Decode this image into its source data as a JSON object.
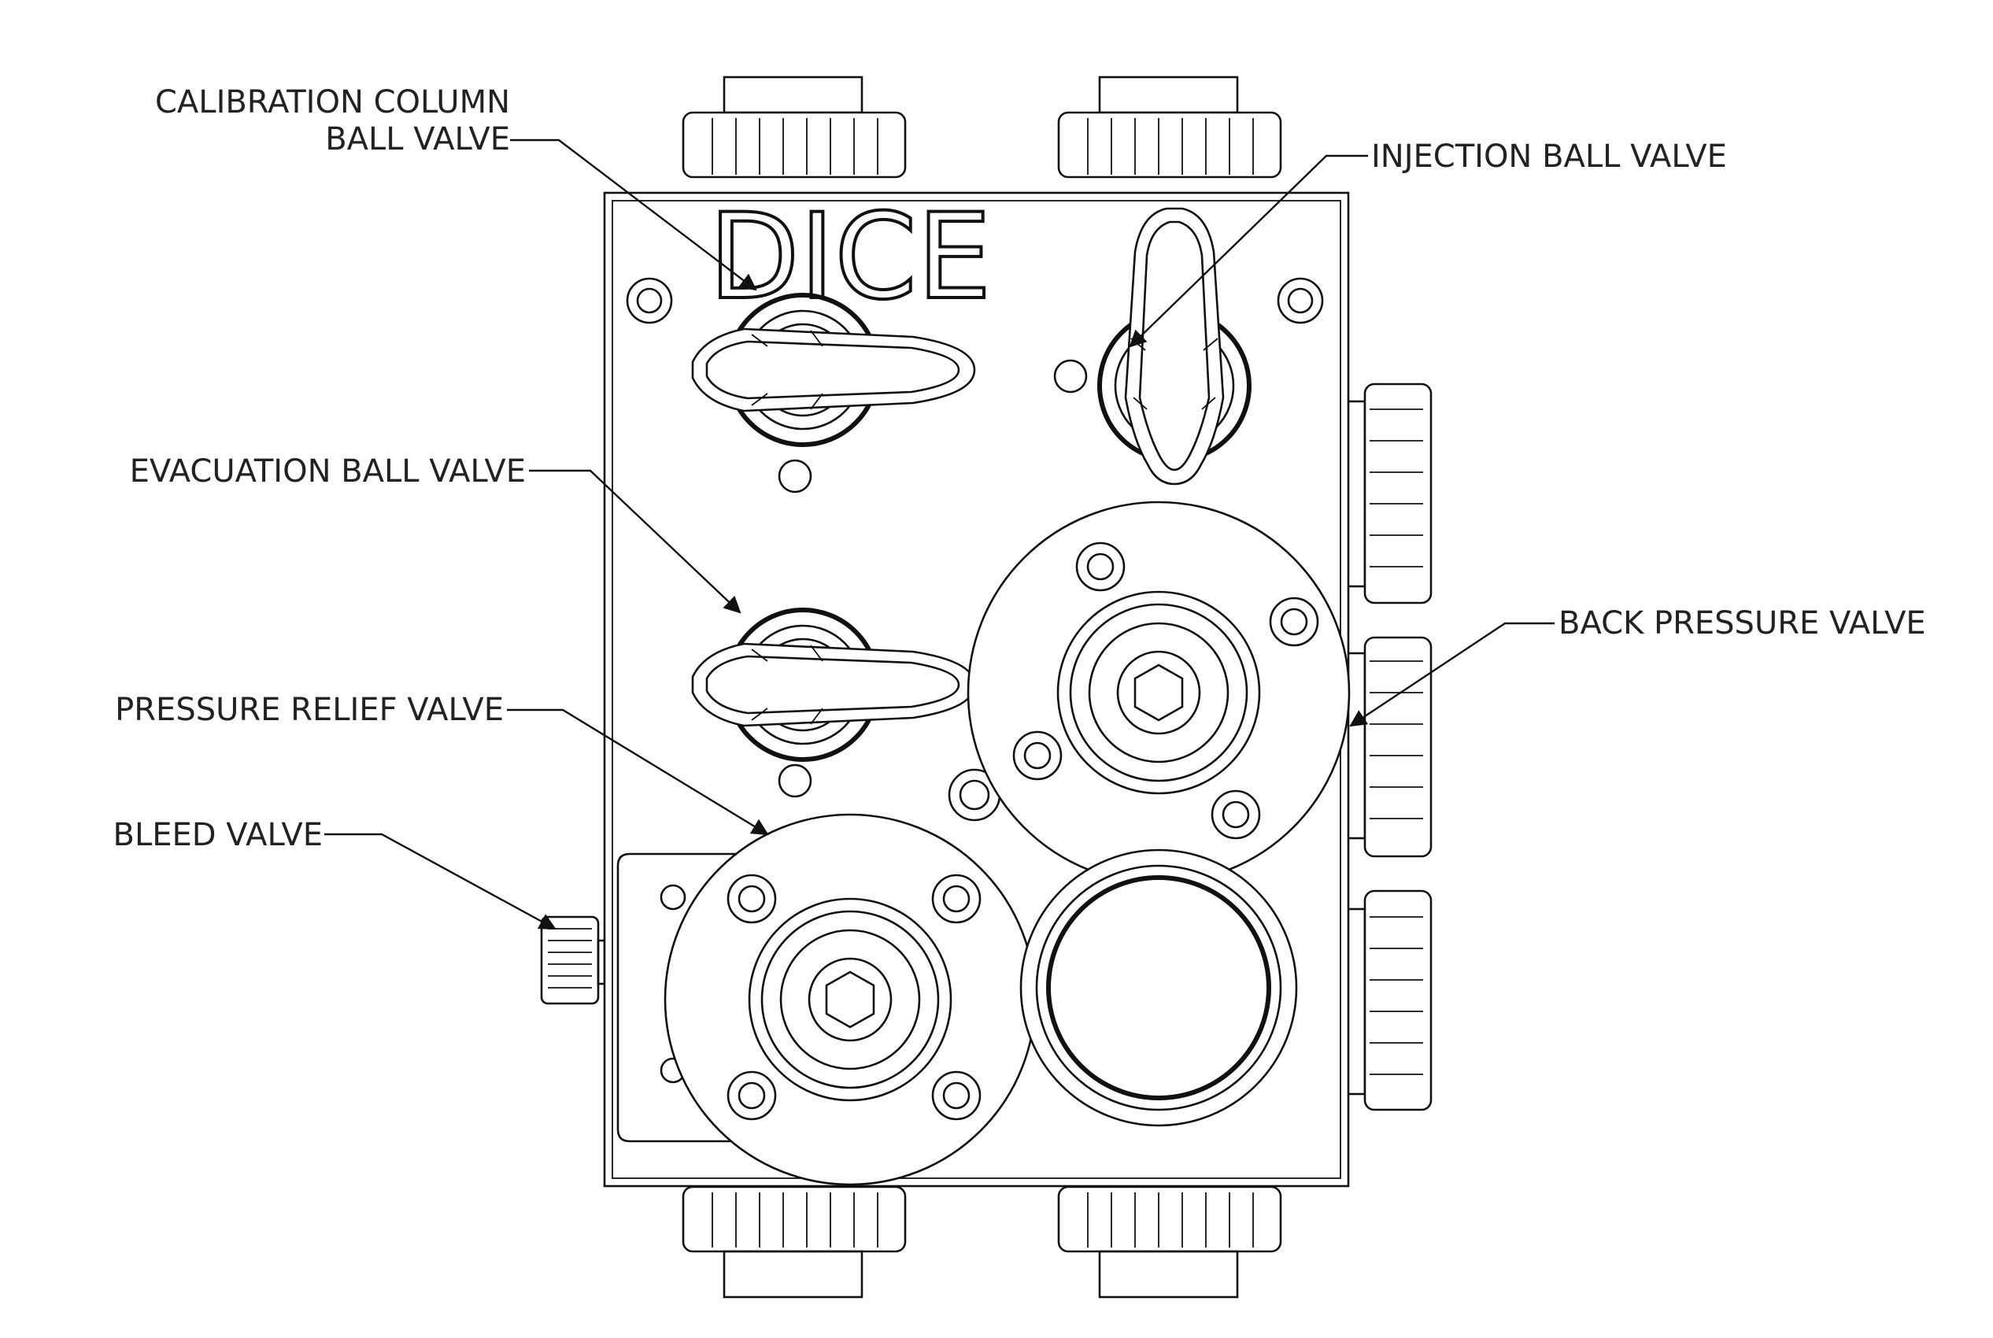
{
  "logo_text": "DICE",
  "labels": {
    "calibration_line1": "CALIBRATION COLUMN",
    "calibration_line2": "BALL VALVE",
    "injection": "INJECTION BALL VALVE",
    "evacuation": "EVACUATION BALL VALVE",
    "back_pressure": "BACK PRESSURE VALVE",
    "pressure_relief": "PRESSURE RELIEF VALVE",
    "bleed": "BLEED VALVE"
  }
}
